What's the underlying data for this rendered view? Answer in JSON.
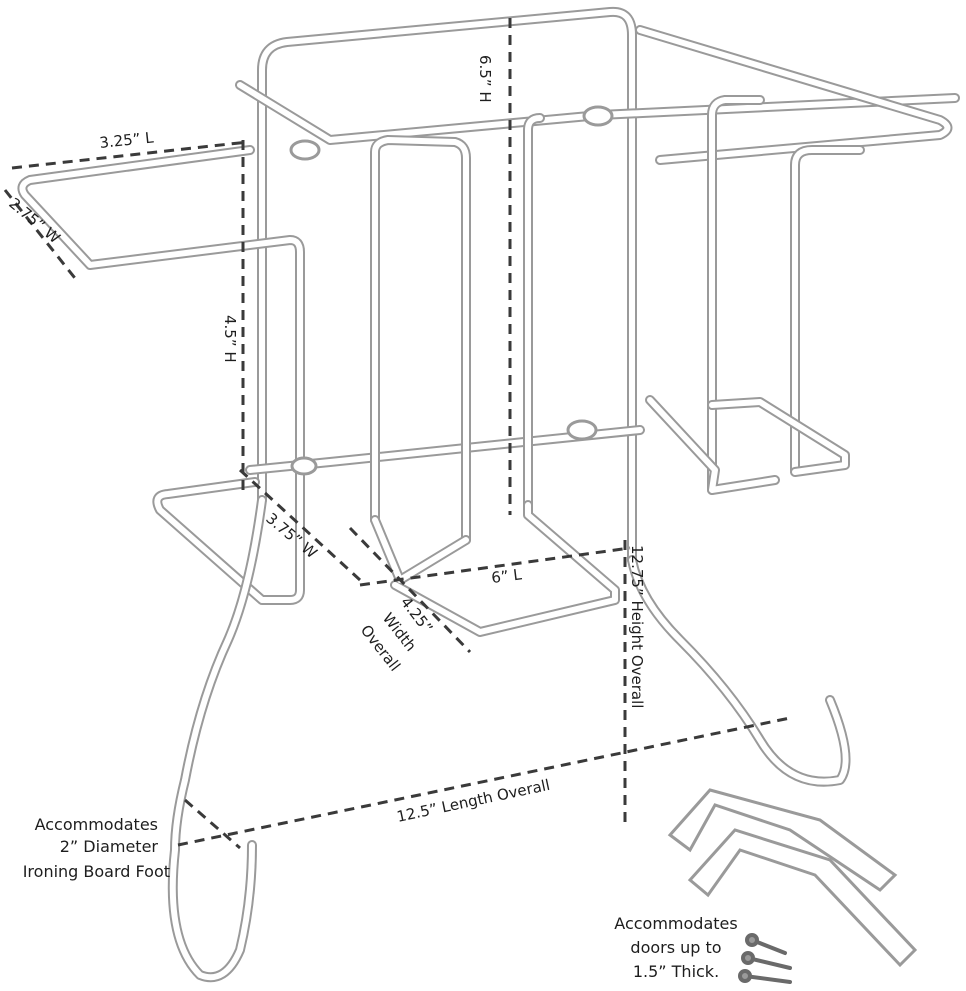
{
  "dimensions": {
    "shelf_length": "3.25” L",
    "shelf_width": "2.75” W",
    "side_height": "4.5” H",
    "rack_height": "6.5” H",
    "basket_width": "3.75” W",
    "basket_length": "6” L",
    "width_overall": [
      "4.25”",
      "Width",
      "Overall"
    ],
    "height_overall": "12.75” Height Overall",
    "length_overall": "12.5” Length Overall"
  },
  "notes": {
    "foot": [
      "Accommodates",
      "2” Diameter",
      "Ironing Board Foot"
    ],
    "door": [
      "Accommodates",
      "doors up to",
      "1.5” Thick."
    ]
  },
  "colors": {
    "wire": "#ffffff",
    "wire_outline": "#9a9a9a",
    "dimension_line": "#3a3a3a",
    "text": "#1e1e1e"
  }
}
